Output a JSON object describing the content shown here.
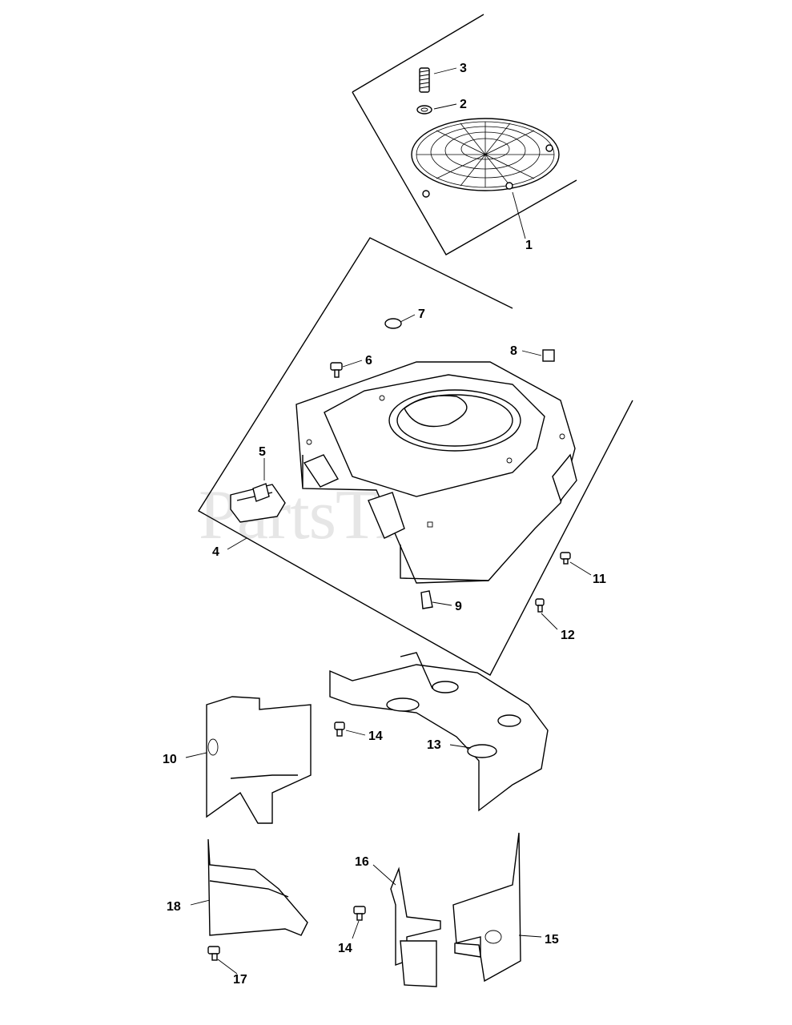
{
  "watermark": "PartsTree",
  "callouts": [
    {
      "id": "c1",
      "label": "1"
    },
    {
      "id": "c2",
      "label": "2"
    },
    {
      "id": "c3",
      "label": "3"
    },
    {
      "id": "c4",
      "label": "4"
    },
    {
      "id": "c5",
      "label": "5"
    },
    {
      "id": "c6",
      "label": "6"
    },
    {
      "id": "c7",
      "label": "7"
    },
    {
      "id": "c8",
      "label": "8"
    },
    {
      "id": "c9",
      "label": "9"
    },
    {
      "id": "c10",
      "label": "10"
    },
    {
      "id": "c11",
      "label": "11"
    },
    {
      "id": "c12",
      "label": "12"
    },
    {
      "id": "c13",
      "label": "13"
    },
    {
      "id": "c14a",
      "label": "14"
    },
    {
      "id": "c14b",
      "label": "14"
    },
    {
      "id": "c15",
      "label": "15"
    },
    {
      "id": "c16",
      "label": "16"
    },
    {
      "id": "c17",
      "label": "17"
    },
    {
      "id": "c18",
      "label": "18"
    }
  ]
}
